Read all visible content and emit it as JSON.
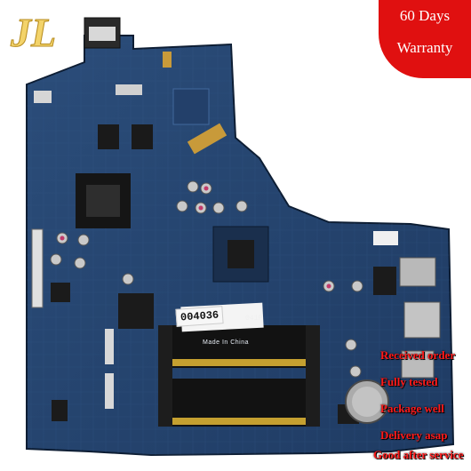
{
  "logo": {
    "text": "JL"
  },
  "warranty": {
    "line1": "60 Days",
    "line2": "Warranty"
  },
  "board": {
    "stamp_text": "004036",
    "made_in": "Made In China",
    "code": "041P"
  },
  "features": [
    "Received order",
    "Fully tested",
    "Package well",
    "Delivery asap",
    "Good after service"
  ],
  "colors": {
    "pcb": "#26456e",
    "warranty_bg": "#e01010",
    "feature_text": "#ff1a1a"
  }
}
